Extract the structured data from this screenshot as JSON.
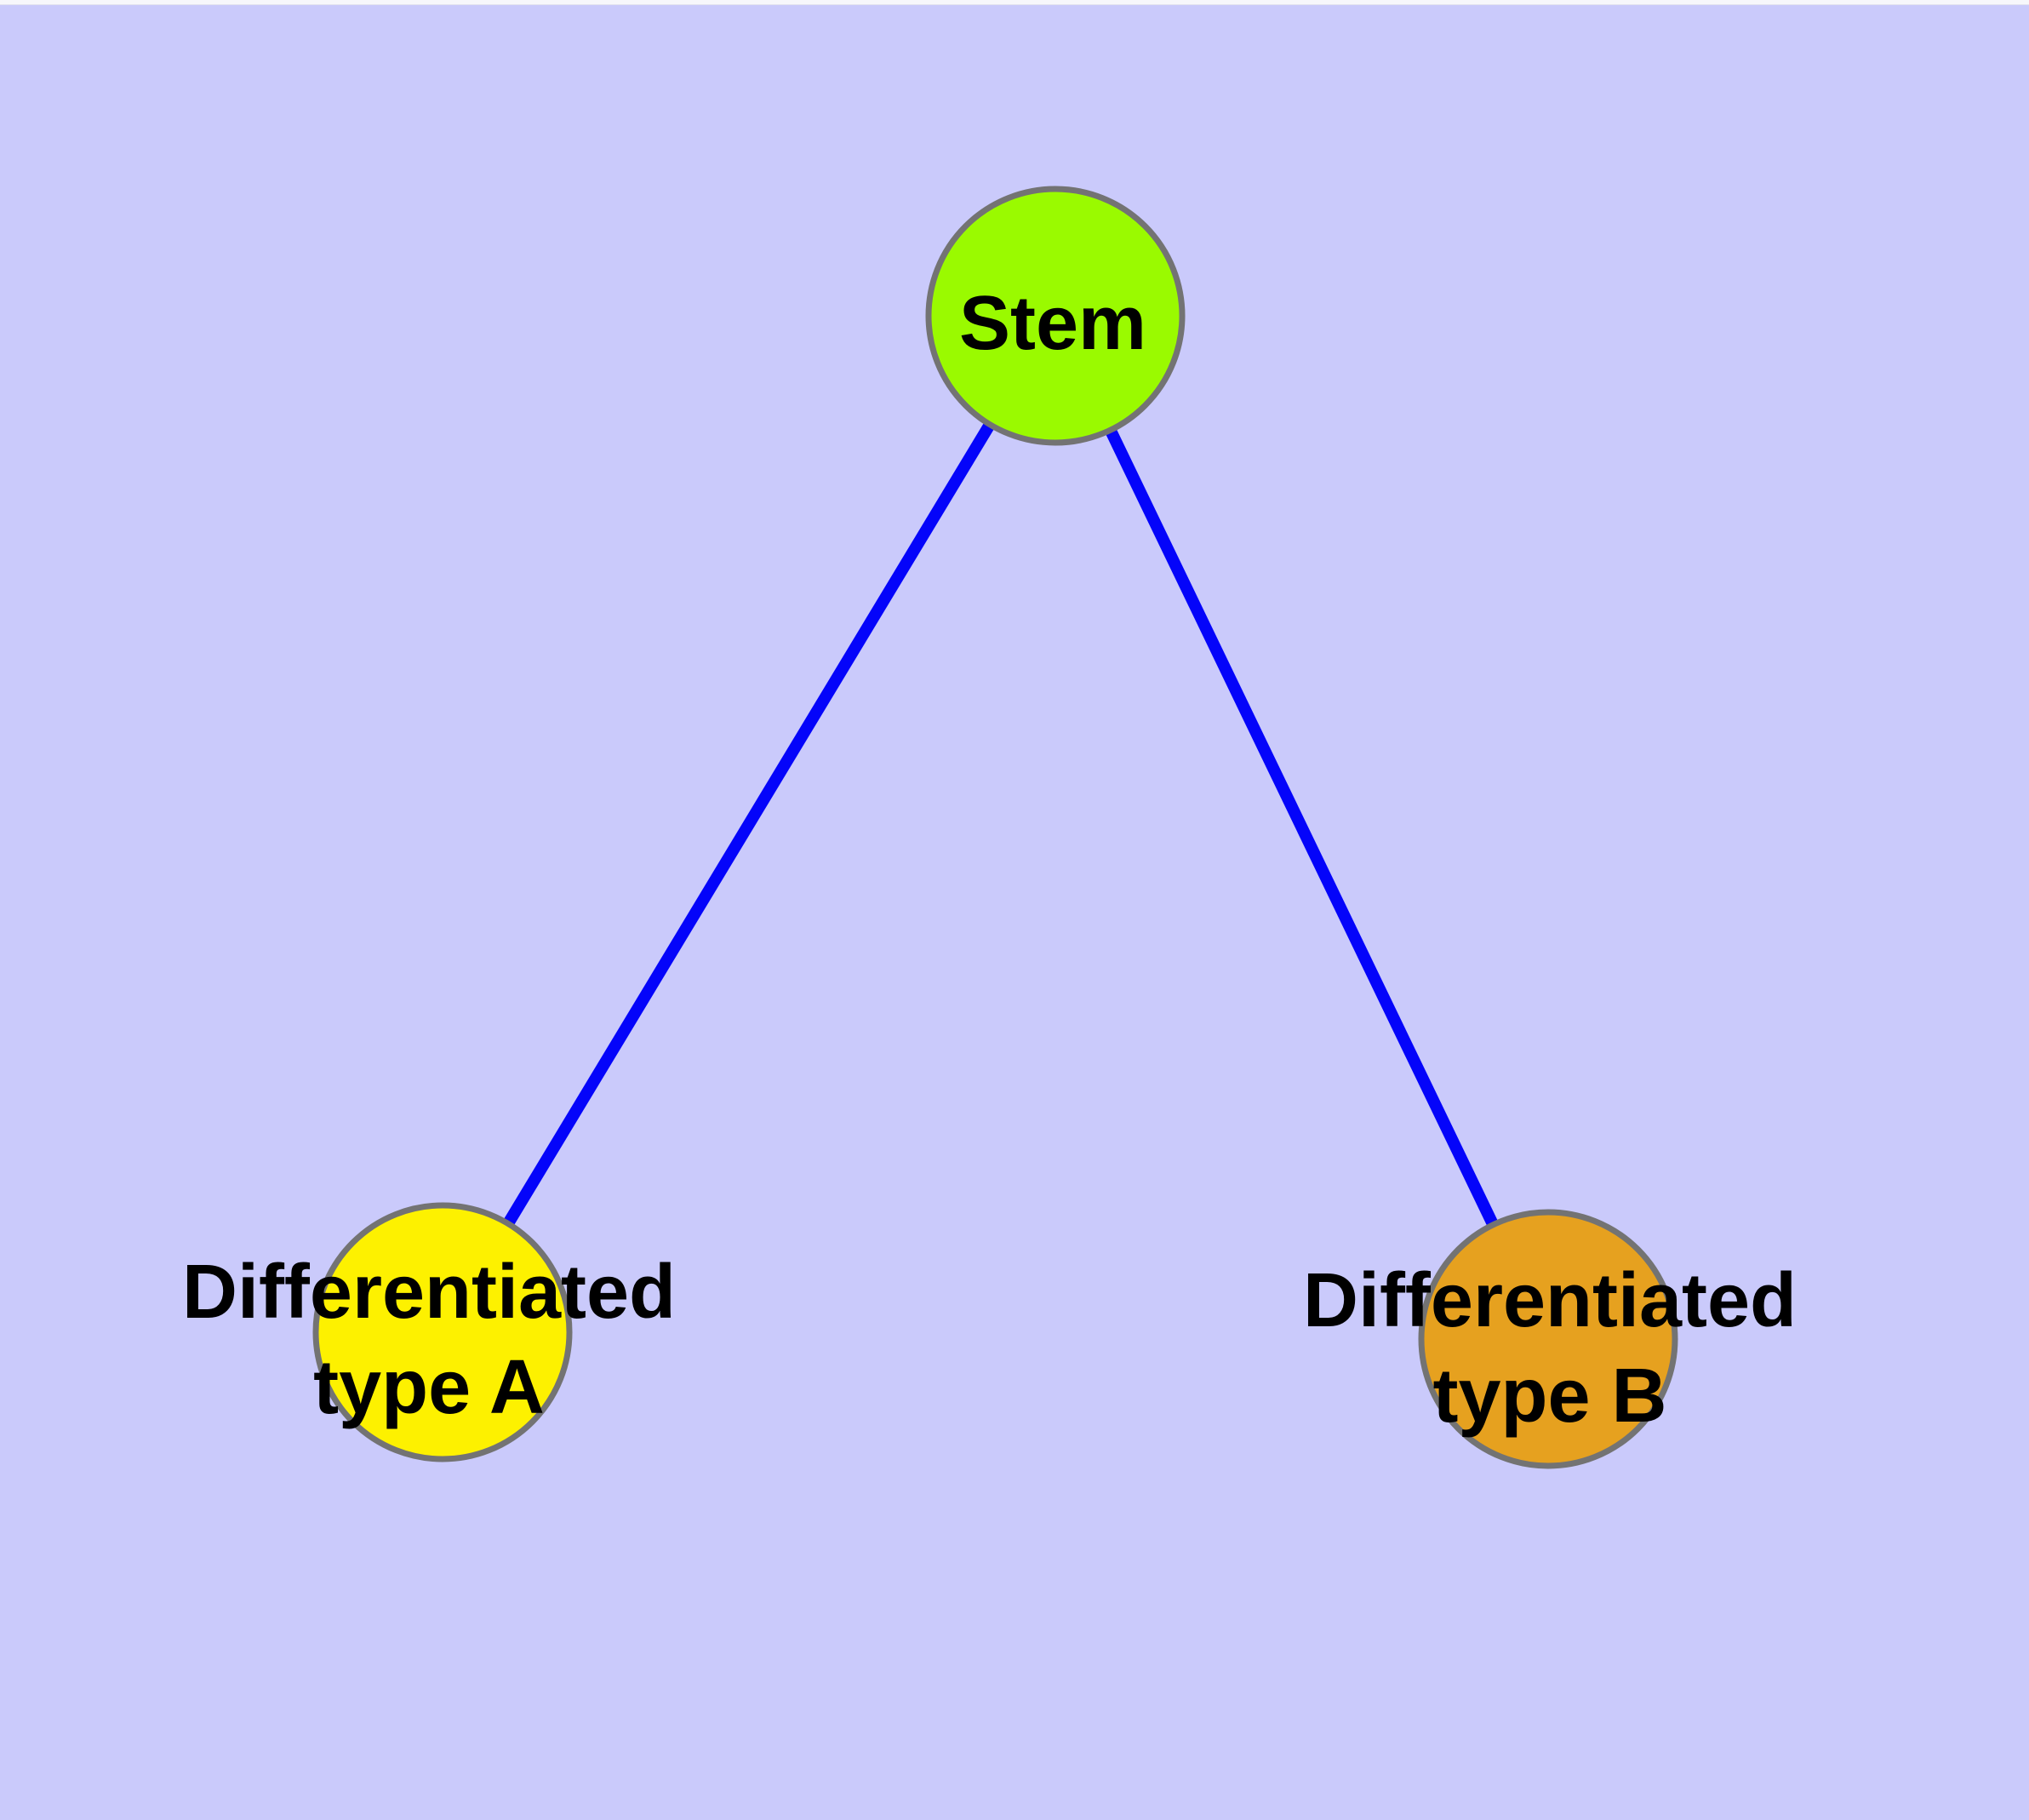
{
  "diagram": {
    "type": "node-link-graph",
    "background_color": "#CACAFB",
    "node_border_color": "#737373",
    "label_text_color": "#000000",
    "nodes": [
      {
        "id": "stem",
        "label": "Stem",
        "fill_color": "#9AFA00"
      },
      {
        "id": "differentiated-type-a",
        "label": "Differentiated type A",
        "label_line1": "Differentiated",
        "label_line2": "type A",
        "fill_color": "#FDF100"
      },
      {
        "id": "differentiated-type-b",
        "label": "Differentiated type B",
        "label_line1": "Differentiated",
        "label_line2": "type B",
        "fill_color": "#E6A11F"
      }
    ],
    "edges": [
      {
        "from": "stem",
        "to": "differentiated-type-a",
        "color": "#0404FA"
      },
      {
        "from": "stem",
        "to": "differentiated-type-b",
        "color": "#0404FA"
      }
    ]
  }
}
